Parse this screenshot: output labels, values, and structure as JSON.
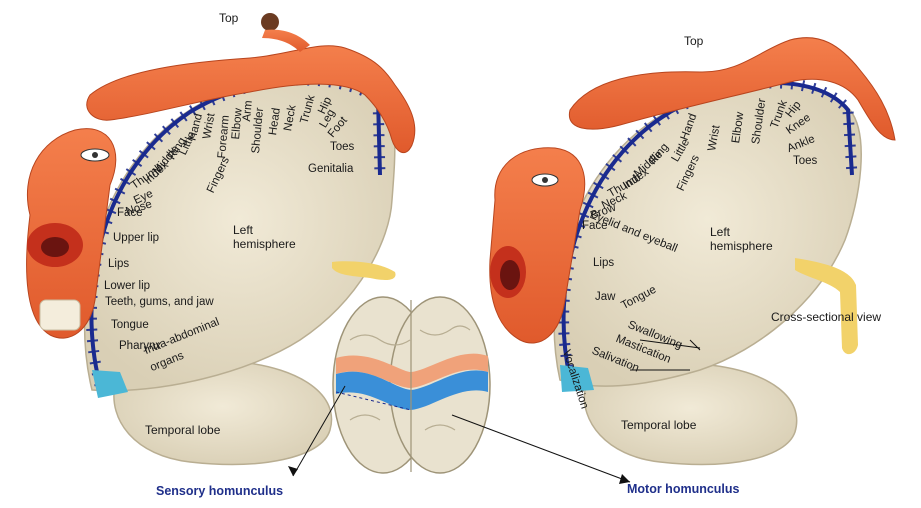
{
  "sensory": {
    "caption": "Sensory homunculus",
    "top": "Top",
    "hemisphere_line1": "Left",
    "hemisphere_line2": "hemisphere",
    "temporal": "Temporal lobe",
    "fingers": "Fingers",
    "labels": [
      "Genitalia",
      "Toes",
      "Foot",
      "Leg",
      "Hip",
      "Trunk",
      "Neck",
      "Head",
      "Shoulder",
      "Arm",
      "Elbow",
      "Forearm",
      "Wrist",
      "Hand",
      "Little",
      "Ring",
      "Middle",
      "Index",
      "Thumb",
      "Eye",
      "Nose",
      "Face",
      "Upper lip",
      "Lips",
      "Lower lip",
      "Teeth, gums, and jaw",
      "Tongue",
      "Pharynx",
      "Intra-abdominal",
      "organs"
    ]
  },
  "motor": {
    "caption": "Motor homunculus",
    "top": "Top",
    "hemisphere_line1": "Left",
    "hemisphere_line2": "hemisphere",
    "temporal": "Temporal lobe",
    "cross_section": "Cross-sectional view",
    "fingers": "Fingers",
    "labels": [
      "Toes",
      "Ankle",
      "Knee",
      "Hip",
      "Trunk",
      "Shoulder",
      "Elbow",
      "Wrist",
      "Hand",
      "Little",
      "Ring",
      "Middle",
      "Index",
      "Thumb",
      "Neck",
      "Brow",
      "Eyelid and eyeball",
      "Face",
      "Lips",
      "Jaw",
      "Tongue",
      "Swallowing",
      "Mastication",
      "Salivation",
      "Vocalization"
    ]
  },
  "colors": {
    "body_orange": "#ee6a3a",
    "cortex_blue": "#1a2a8f",
    "brain_tan": "#e9e2cf",
    "caption_blue": "#1f2f8a",
    "motor_strip": "#f0a27a",
    "sensory_strip": "#3a8fd8"
  }
}
